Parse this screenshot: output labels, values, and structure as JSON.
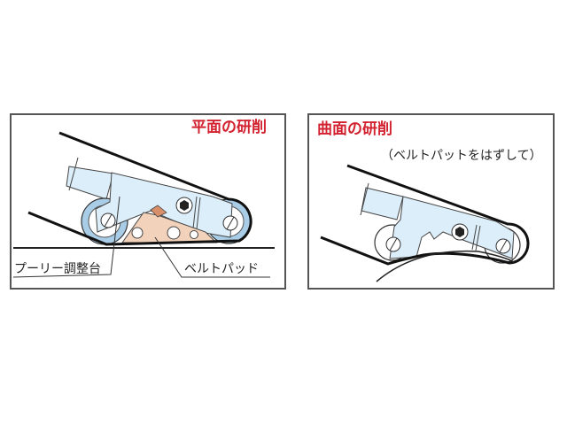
{
  "left_panel": {
    "title": "平面の研削",
    "label_pulley": "プーリー調整台",
    "label_pad": "ベルトパッド"
  },
  "right_panel": {
    "title": "曲面の研削",
    "subtitle": "（ベルトパットをはずして）"
  },
  "colors": {
    "title": "#d3222f",
    "body": "#dceefa",
    "pulley": "#a9cde6",
    "pad": "#f3d2bb"
  }
}
